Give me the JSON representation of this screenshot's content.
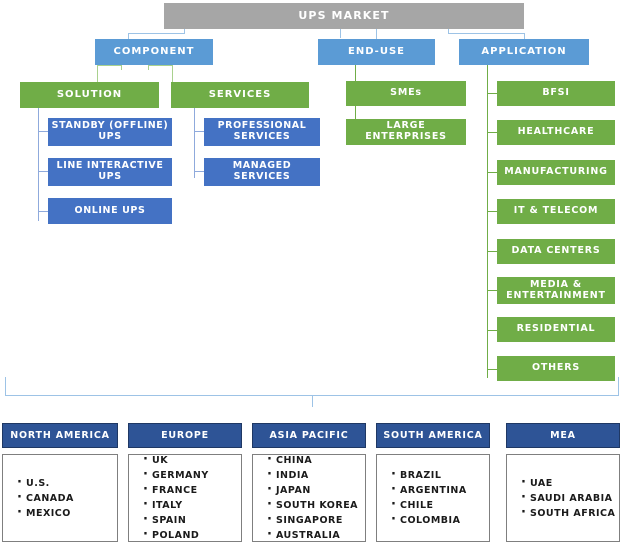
{
  "diagram": {
    "title": "UPS MARKET",
    "root": {
      "label": "UPS MARKET"
    },
    "categories": [
      {
        "label": "COMPONENT"
      },
      {
        "label": "END-USE"
      },
      {
        "label": "APPLICATION"
      }
    ],
    "component": {
      "groups": [
        {
          "label": "SOLUTION",
          "items": [
            {
              "label": "STANDBY (OFFLINE) UPS"
            },
            {
              "label": "LINE INTERACTIVE UPS"
            },
            {
              "label": "ONLINE UPS"
            }
          ]
        },
        {
          "label": "SERVICES",
          "items": [
            {
              "label": "PROFESSIONAL SERVICES"
            },
            {
              "label": "MANAGED SERVICES"
            }
          ]
        }
      ]
    },
    "end_use": {
      "items": [
        {
          "label": "SMEs"
        },
        {
          "label": "LARGE ENTERPRISES"
        }
      ]
    },
    "application": {
      "items": [
        {
          "label": "BFSI"
        },
        {
          "label": "HEALTHCARE"
        },
        {
          "label": "MANUFACTURING"
        },
        {
          "label": "IT & TELECOM"
        },
        {
          "label": "DATA CENTERS"
        },
        {
          "label": "MEDIA & ENTERTAINMENT"
        },
        {
          "label": "RESIDENTIAL"
        },
        {
          "label": "OTHERS"
        }
      ]
    },
    "regions": [
      {
        "name": "NORTH AMERICA",
        "countries": [
          "U.S.",
          "CANADA",
          "MEXICO"
        ]
      },
      {
        "name": "EUROPE",
        "countries": [
          "UK",
          "GERMANY",
          "FRANCE",
          "ITALY",
          "SPAIN",
          "POLAND"
        ]
      },
      {
        "name": "ASIA PACIFIC",
        "countries": [
          "CHINA",
          "INDIA",
          "JAPAN",
          "SOUTH KOREA",
          "SINGAPORE",
          "AUSTRALIA"
        ]
      },
      {
        "name": "SOUTH AMERICA",
        "countries": [
          "BRAZIL",
          "ARGENTINA",
          "CHILE",
          "COLOMBIA"
        ]
      },
      {
        "name": "MEA",
        "countries": [
          "UAE",
          "SAUDI ARABIA",
          "SOUTH AFRICA"
        ]
      }
    ],
    "colors": {
      "root": "#a6a6a6",
      "category": "#5b9bd5",
      "green": "#70ad47",
      "blue_sub": "#4472c4",
      "region_header": "#2e5496",
      "connector_blue": "#9dc3e6",
      "connector_green": "#a9d18e"
    }
  }
}
